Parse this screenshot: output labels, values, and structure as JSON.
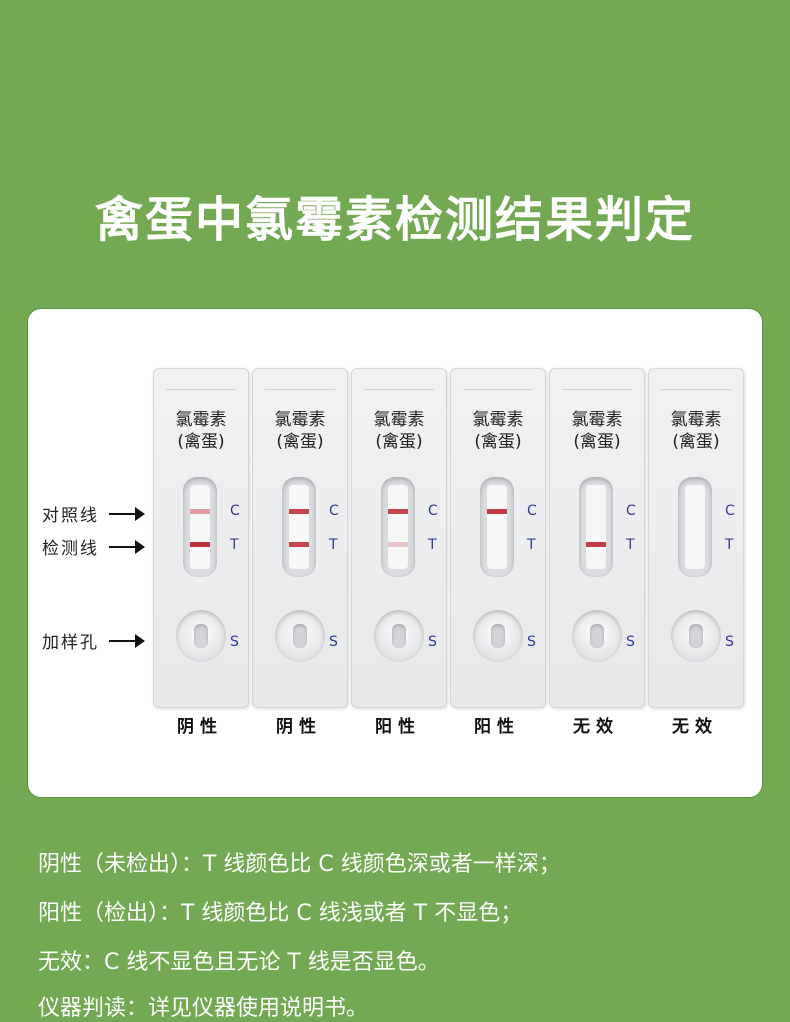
{
  "title": "禽蛋中氯霉素检测结果判定",
  "pointers": {
    "control_line": "对照线",
    "test_line": "检测线",
    "sample_well": "加样孔"
  },
  "cassette": {
    "name_line1": "氯霉素",
    "name_line2": "(禽蛋)",
    "label_c": "C",
    "label_t": "T",
    "label_s": "S"
  },
  "line_color": "#c0303a",
  "cards": [
    {
      "result": "阴性",
      "c_line": 0.45,
      "t_line": 1.0
    },
    {
      "result": "阴性",
      "c_line": 0.9,
      "t_line": 0.9
    },
    {
      "result": "阳性",
      "c_line": 0.9,
      "t_line": 0.25
    },
    {
      "result": "阳性",
      "c_line": 0.95,
      "t_line": 0.0
    },
    {
      "result": "无效",
      "c_line": 0.0,
      "t_line": 0.95
    },
    {
      "result": "无效",
      "c_line": 0.0,
      "t_line": 0.0
    }
  ],
  "descriptions": [
    "阴性（未检出）：T 线颜色比 C 线颜色深或者一样深；",
    "阳性（检出）：T 线颜色比 C 线浅或者 T 不显色；",
    "无效：C 线不显色且无论 T 线是否显色。",
    "仪器判读：详见仪器使用说明书。"
  ]
}
